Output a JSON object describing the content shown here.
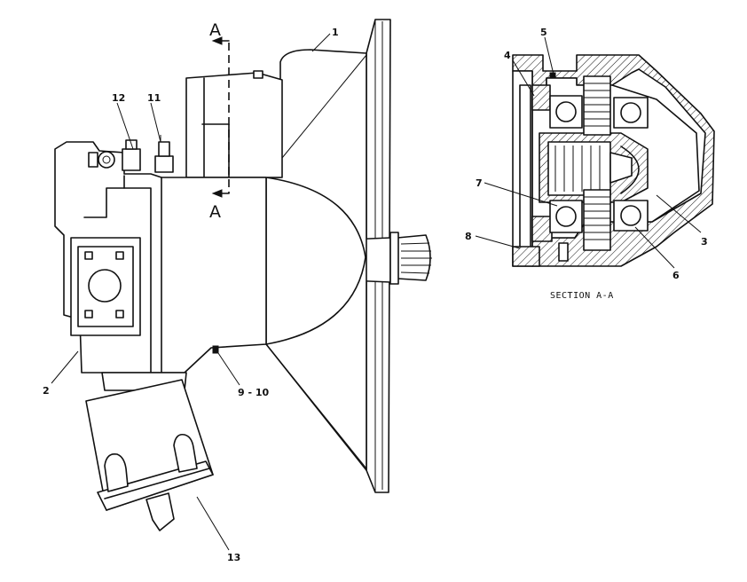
{
  "section_marker": {
    "top": "A",
    "bottom": "A"
  },
  "callouts": {
    "c1": "1",
    "c2": "2",
    "c3": "3",
    "c4": "4",
    "c5": "5",
    "c6": "6",
    "c7": "7",
    "c8": "8",
    "c9_10": "9 - 10",
    "c11": "11",
    "c12": "12",
    "c13": "13"
  },
  "section_caption": "SECTION A-A"
}
